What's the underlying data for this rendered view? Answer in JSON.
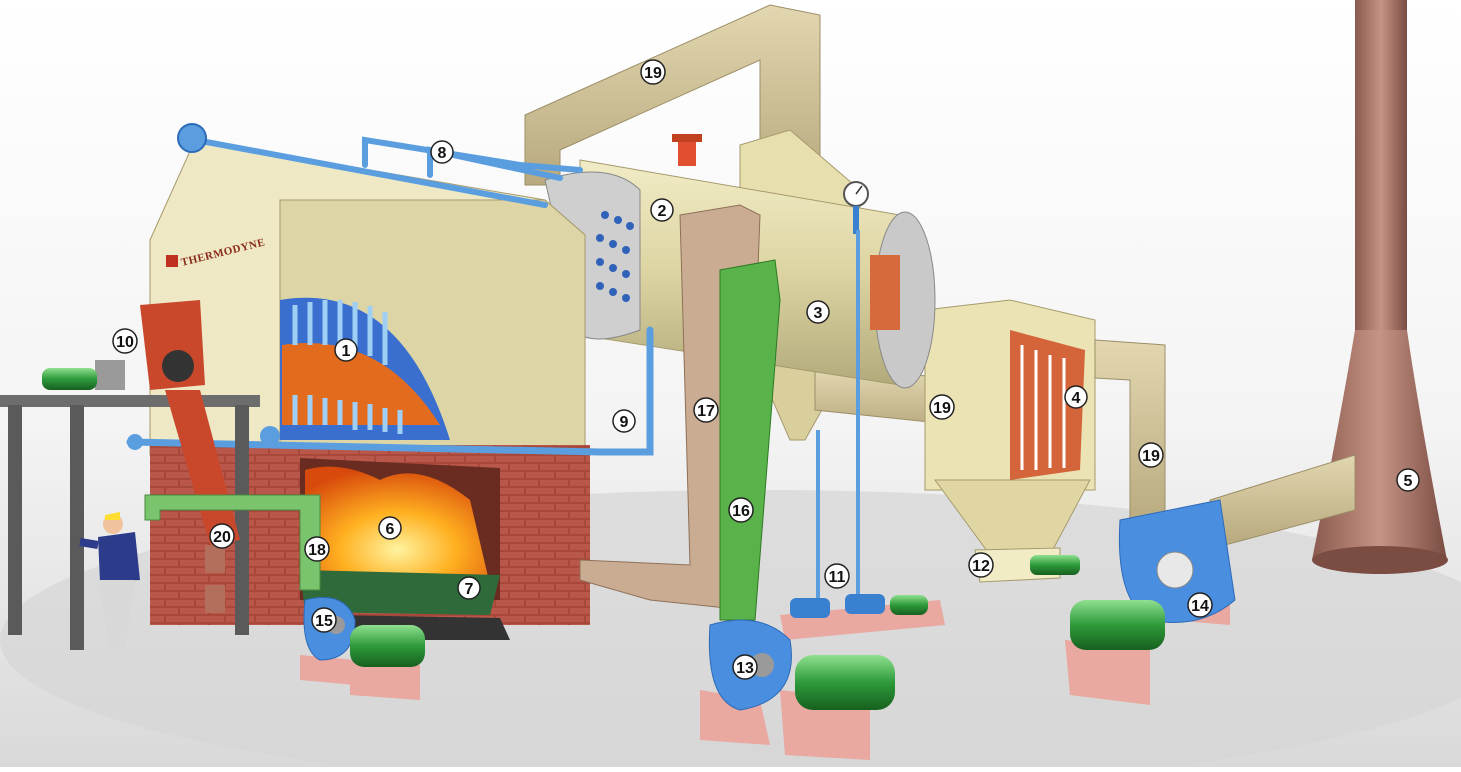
{
  "brand": {
    "name": "THERMODYNE"
  },
  "callouts": [
    "1",
    "2",
    "3",
    "4",
    "5",
    "6",
    "7",
    "8",
    "9",
    "10",
    "11",
    "12",
    "13",
    "14",
    "15",
    "16",
    "17",
    "18",
    "19",
    "19",
    "19",
    "20"
  ]
}
